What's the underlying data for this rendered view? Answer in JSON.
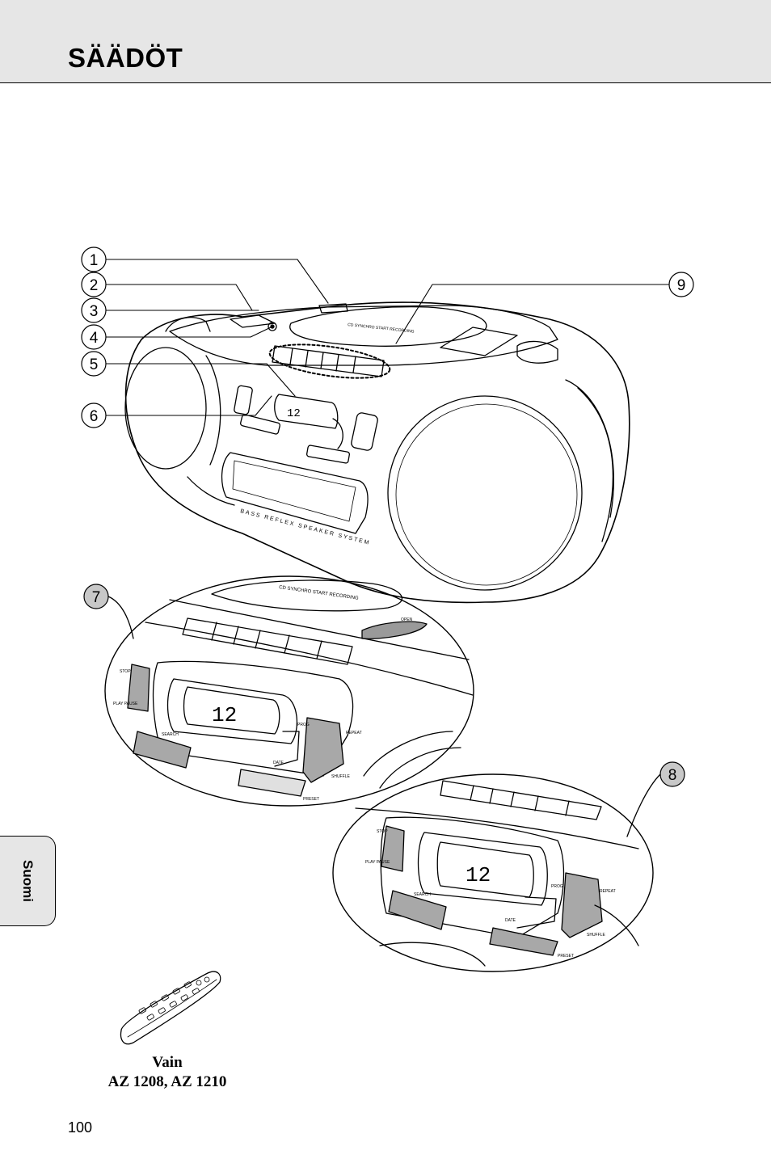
{
  "page": {
    "title": "SÄÄDÖT",
    "side_tab": "Suomi",
    "page_number": "100"
  },
  "callouts": [
    "1",
    "2",
    "3",
    "4",
    "5",
    "6",
    "7",
    "8",
    "9"
  ],
  "device_labels": {
    "cd_sync": "CD SYNCHRO START RECORDING",
    "speaker_text": "BASS REFLEX SPEAKER SYSTEM",
    "display": "12",
    "stop": "STOP",
    "play_pause": "PLAY PAUSE",
    "search": "SEARCH",
    "prog": "PROG",
    "repeat": "REPEAT",
    "shuffle": "SHUFFLE",
    "date": "DATE",
    "preset": "PRESET",
    "open": "OPEN"
  },
  "remote_note": {
    "line1": "Vain",
    "line2": "AZ 1208, AZ 1210"
  }
}
